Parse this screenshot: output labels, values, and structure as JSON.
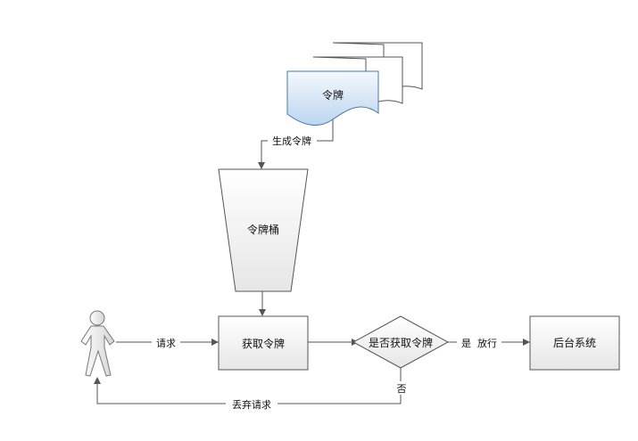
{
  "nodes": {
    "token_docs": "令牌",
    "token_bucket": "令牌桶",
    "get_token": "获取令牌",
    "decision": "是否获取令牌",
    "backend": "后台系统"
  },
  "edges": {
    "generate": "生成令牌",
    "request": "请求",
    "yes_pass": "是  放行",
    "no": "否",
    "discard": "丢弃请求"
  },
  "colors": {
    "doc_fill": "#c5dcf3",
    "doc_border": "#4a78a8",
    "box_fill_top": "#ffffff",
    "box_fill_bottom": "#e6e6e6",
    "line": "#555555"
  },
  "icons": [
    "person-icon"
  ]
}
